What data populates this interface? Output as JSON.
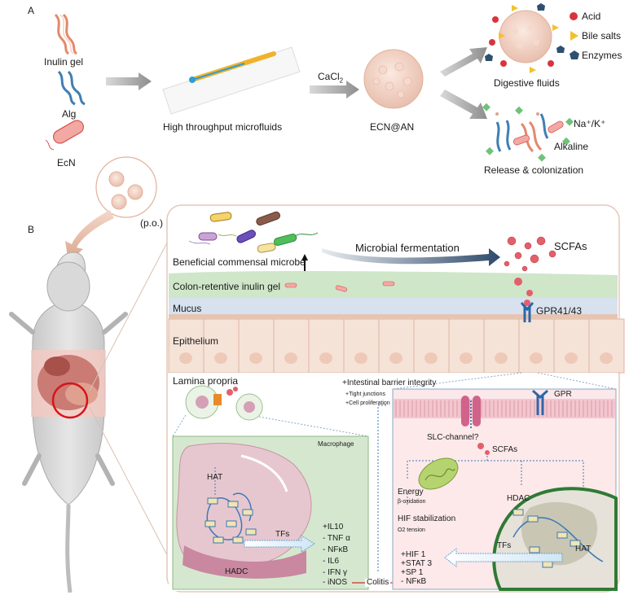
{
  "panel_a": {
    "label": "A",
    "inputs": {
      "inulin": "Inulin gel",
      "alg": "Alg",
      "ecn": "EcN"
    },
    "microfluidics": "High throughput microfluids",
    "cacl2_base": "CaCl",
    "cacl2_sub": "2",
    "product": "ECN@AN",
    "digestive": {
      "title": "Digestive fluids",
      "legend": [
        "Acid",
        "Bile salts",
        "Enzymes"
      ],
      "colors": {
        "acid": "#d9343d",
        "bile": "#f2c12e",
        "enzyme": "#2f4f6f"
      }
    },
    "release": {
      "title": "Release & colonization",
      "alkaline": "Alkaline",
      "ions": "Na⁺/K⁺"
    }
  },
  "panel_b": {
    "label": "B",
    "oral": "(p.o.)",
    "microbe": "Beneficial commensal microbe",
    "fermentation": "Microbial fermentation",
    "scfas_top": "SCFAs",
    "layers": {
      "gel": "Colon-retentive inulin gel",
      "mucus": "Mucus",
      "epithelium": "Epithelium",
      "lamina": "Lamina propria"
    },
    "receptor": "GPR41/43",
    "barrier": {
      "title": "+Intestinal barrier integrity",
      "items": [
        "+Tight junctions",
        "+Cell proliferation"
      ]
    },
    "macrophage": {
      "title": "Macrophage",
      "hat": "HAT",
      "hadc": "HADC",
      "tfs": "TFs",
      "cytokines": [
        "+IL10",
        "- TNF α",
        "- NFκB",
        "- IL6",
        "- IFN γ",
        "- iNOS"
      ]
    },
    "colitis": "Colitis",
    "cell": {
      "gpr": "GPR",
      "slc": "SLC-channel?",
      "scfas": "SCFAs",
      "energy": "Energy",
      "beta": "β-oxidation",
      "hif_stab": "HIF stabilization",
      "o2": "O2 tension",
      "hdac": "HDAC",
      "hat": "HAT",
      "tfs": "TFs",
      "factors": [
        "+HIF 1",
        "+STAT 3",
        "+SP 1",
        "- NFκB"
      ]
    }
  }
}
